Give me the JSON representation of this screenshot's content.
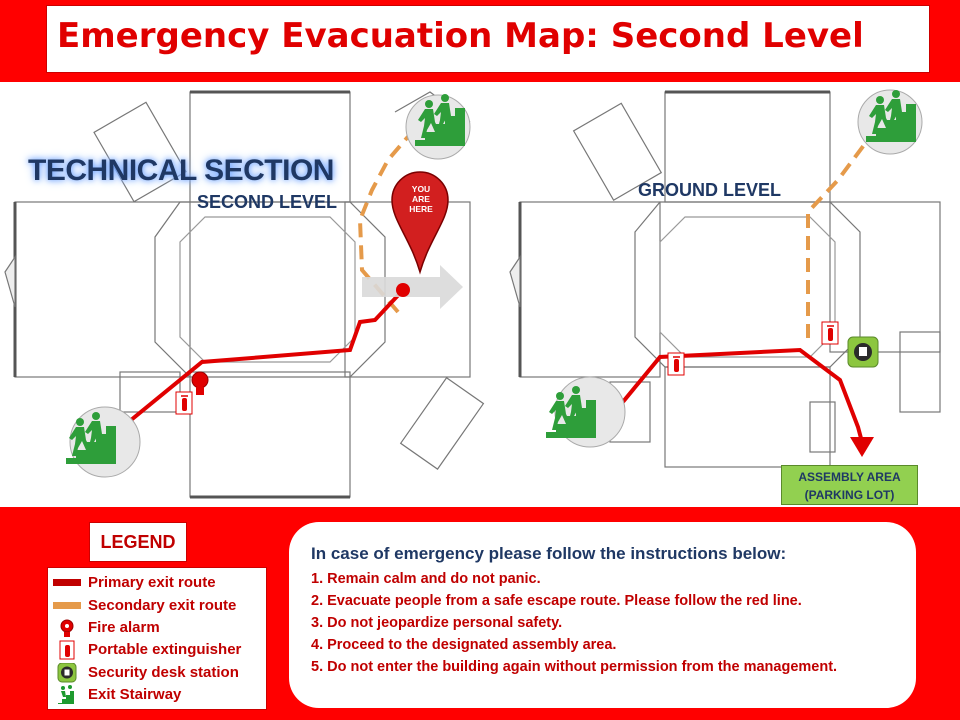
{
  "title": "Emergency Evacuation Map: Second Level",
  "map_left": {
    "section_label": "TECHNICAL SECTION",
    "level_label": "SECOND LEVEL",
    "you_are_here": [
      "YOU",
      "ARE",
      "HERE"
    ]
  },
  "map_right": {
    "level_label": "GROUND LEVEL",
    "assembly_area": [
      "ASSEMBLY AREA",
      "(PARKING LOT)"
    ]
  },
  "legend": {
    "title": "LEGEND",
    "items": [
      {
        "label": "Primary exit route",
        "icon": "primary-route-icon",
        "color": "#c00000"
      },
      {
        "label": "Secondary exit route",
        "icon": "secondary-route-icon",
        "color": "#e59a4a"
      },
      {
        "label": "Fire alarm",
        "icon": "fire-alarm-icon",
        "color": "#e00000"
      },
      {
        "label": "Portable extinguisher",
        "icon": "extinguisher-icon",
        "color": "#e00000"
      },
      {
        "label": "Security desk station",
        "icon": "security-desk-icon",
        "color": "#8cc63f"
      },
      {
        "label": "Exit Stairway",
        "icon": "exit-stairway-icon",
        "color": "#1e9a2f"
      }
    ]
  },
  "instructions": {
    "heading": "In case of emergency please follow the instructions below:",
    "steps": [
      "1. Remain calm and do not panic.",
      "2. Evacuate people from a safe escape route. Please follow the red line.",
      "3. Do not jeopardize personal safety.",
      "4. Proceed to the designated assembly area.",
      "5. Do not enter the building again without permission from the management."
    ]
  },
  "colors": {
    "background": "#ff0000",
    "primary_route": "#e00000",
    "secondary_route": "#e59a4a",
    "text_blue": "#1f3864",
    "text_red": "#c00000"
  }
}
